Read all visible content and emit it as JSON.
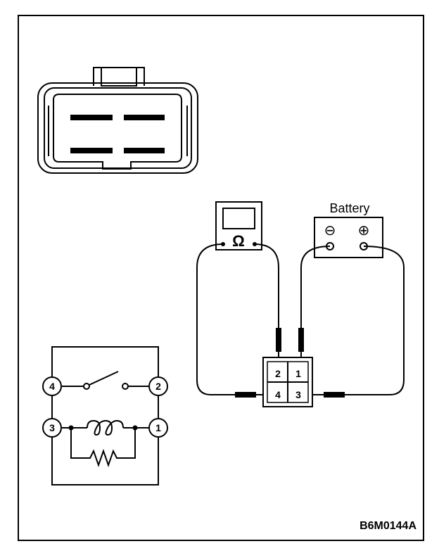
{
  "figure_code": "B6M0144A",
  "battery": {
    "label": "Battery",
    "negative_symbol": "⊖",
    "positive_symbol": "⊕"
  },
  "ohmmeter": {
    "symbol": "Ω"
  },
  "test_connector": {
    "terminals": [
      "2",
      "1",
      "4",
      "3"
    ]
  },
  "relay_schematic": {
    "terminals": [
      "4",
      "2",
      "3",
      "1"
    ]
  }
}
